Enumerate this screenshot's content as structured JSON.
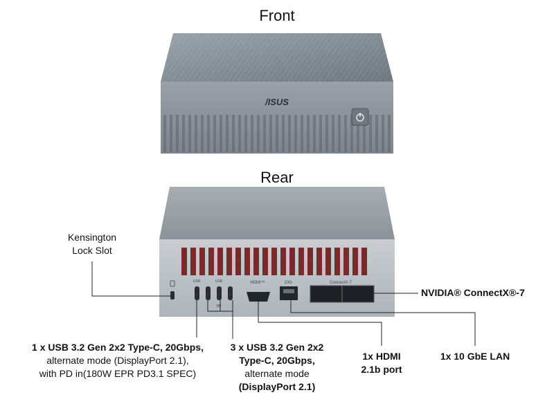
{
  "views": {
    "front": {
      "title": "Front",
      "logo": "/ISUS"
    },
    "rear": {
      "title": "Rear"
    }
  },
  "callouts": {
    "kensington": {
      "line1": "Kensington",
      "line2": "Lock Slot"
    },
    "usb_single": {
      "line1": "1 x USB 3.2 Gen 2x2 Type-C, 20Gbps,",
      "line2": "alternate mode (DisplayPort 2.1),",
      "line3": "with PD in(180W EPR PD3.1 SPEC)"
    },
    "usb_triple": {
      "line1": "3 x USB 3.2 Gen 2x2",
      "line2": "Type-C, 20Gbps,",
      "line3": "alternate mode",
      "line4": "(DisplayPort 2.1)"
    },
    "hdmi": {
      "line1": "1x HDMI",
      "line2": "2.1b port"
    },
    "lan": {
      "line1": "1x 10 GbE LAN"
    },
    "nvidia": {
      "text": "NVIDIA® ConnectX®-7"
    }
  },
  "port_markings": {
    "hdmi": "HDMI™",
    "lan": "10G",
    "connectx": "ConnectX-7",
    "usb_single": "USB",
    "usb_triple": "USB",
    "dp": "DP"
  },
  "colors": {
    "chassis_top": "#8f979f",
    "chassis_face": "#b9bec3",
    "vent_slot": "#7a2a2a",
    "leader_line": "#222222"
  }
}
